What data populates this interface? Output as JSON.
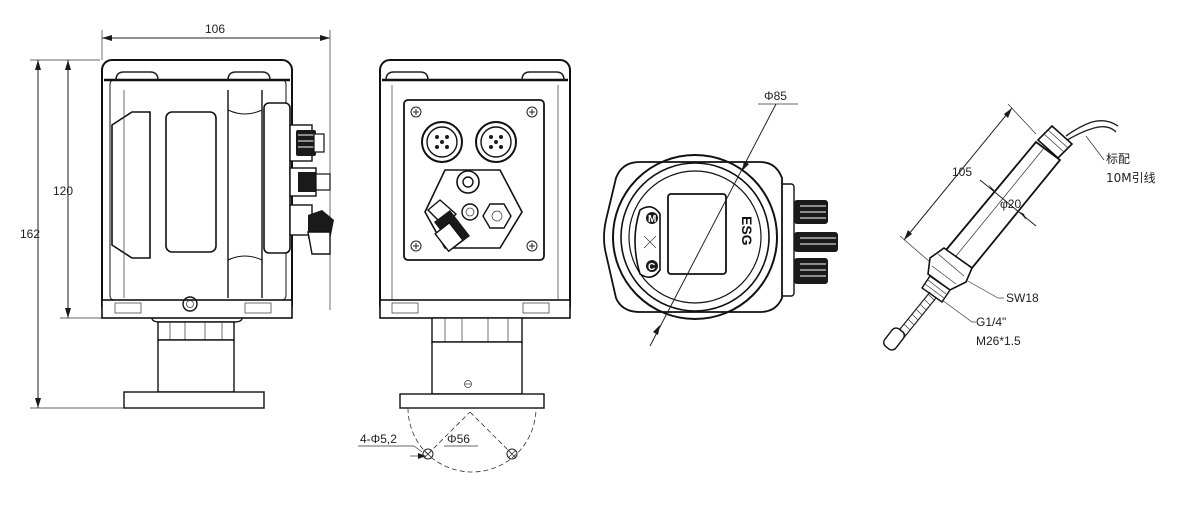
{
  "dimensions": {
    "width_top": "106",
    "height_body": "120",
    "height_total": "162",
    "diameter_display": "Φ85",
    "length_sensor": "105",
    "diameter_sensor": "φ20",
    "holes": "4-Φ5,2",
    "flange_circle": "Φ56"
  },
  "callouts": {
    "cable": "标配",
    "cable_line2": "10M引线",
    "wrench_size": "SW18",
    "thread_1": "G1/4\"",
    "thread_2": "M26*1.5"
  },
  "display_panel": {
    "logo": "ESG",
    "key_m": "M",
    "key_c": "C"
  }
}
